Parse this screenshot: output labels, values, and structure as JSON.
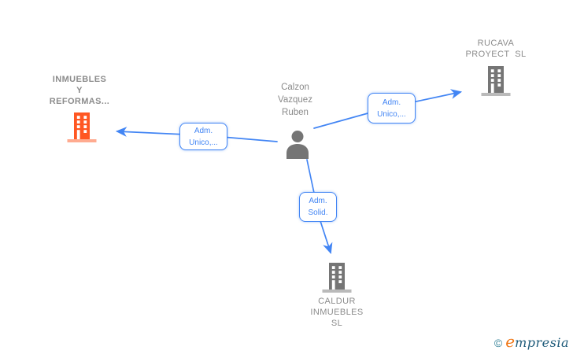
{
  "colors": {
    "edge_blue": "#4285F4",
    "node_gray": "#757575",
    "highlight_orange": "#FF5722",
    "label_gray": "#8C8C8C",
    "logo_orange": "#F07818",
    "logo_copyright_teal": "#2E7E95",
    "logo_text_dark": "#1E5B7A"
  },
  "nodes": {
    "person": {
      "type": "person",
      "label": "Calzon\nVazquez\nRuben"
    },
    "inmuebles": {
      "type": "company",
      "highlighted": true,
      "label": "INMUEBLES\nY\nREFORMAS..."
    },
    "rucava": {
      "type": "company",
      "highlighted": false,
      "label": "RUCAVA\nPROYECT  SL"
    },
    "caldur": {
      "type": "company",
      "highlighted": false,
      "label": "CALDUR\nINMUEBLES\nSL"
    }
  },
  "edges": [
    {
      "from": "person",
      "to": "inmuebles",
      "label": "Adm.\nUnico,..."
    },
    {
      "from": "person",
      "to": "rucava",
      "label": "Adm.\nUnico,..."
    },
    {
      "from": "person",
      "to": "caldur",
      "label": "Adm.\nSolid."
    }
  ],
  "logo": {
    "copyright_symbol": "©",
    "brand_initial": "e",
    "brand_rest": "mpresia"
  }
}
